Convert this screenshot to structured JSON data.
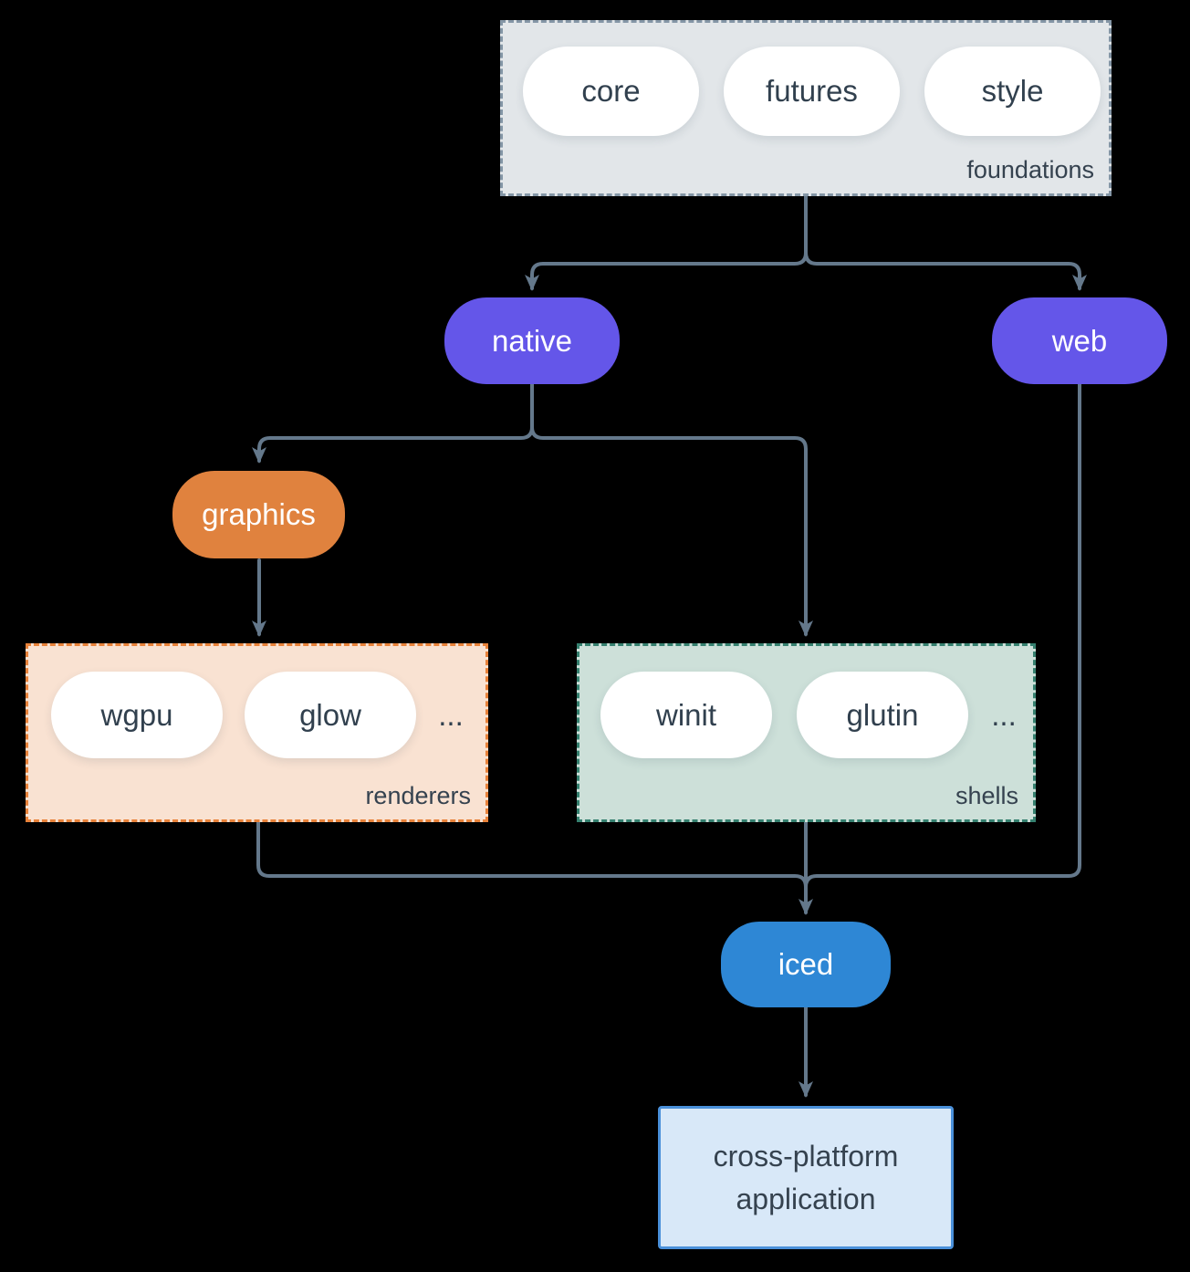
{
  "colors": {
    "background": "#000000",
    "connector": "#64788b",
    "pill_text": "#31404e",
    "label_text": "#35424f",
    "purple": "#6456e9",
    "orange": "#e0823e",
    "blue": "#2e87d5",
    "foundations_fill": "#e2e6e9",
    "foundations_border": "#8496a6",
    "renderers_fill": "#f9e2d2",
    "renderers_border": "#e8823a",
    "shells_fill": "#cde0d9",
    "shells_border": "#35806f",
    "app_fill": "#d8e8f8",
    "app_border": "#4a90da"
  },
  "foundations": {
    "label": "foundations",
    "pills": [
      "core",
      "futures",
      "style"
    ]
  },
  "native": {
    "label": "native"
  },
  "web": {
    "label": "web"
  },
  "graphics": {
    "label": "graphics"
  },
  "renderers": {
    "label": "renderers",
    "pills": [
      "wgpu",
      "glow"
    ],
    "ellipsis": "..."
  },
  "shells": {
    "label": "shells",
    "pills": [
      "winit",
      "glutin"
    ],
    "ellipsis": "..."
  },
  "iced": {
    "label": "iced"
  },
  "application": {
    "line1": "cross-platform",
    "line2": "application"
  }
}
